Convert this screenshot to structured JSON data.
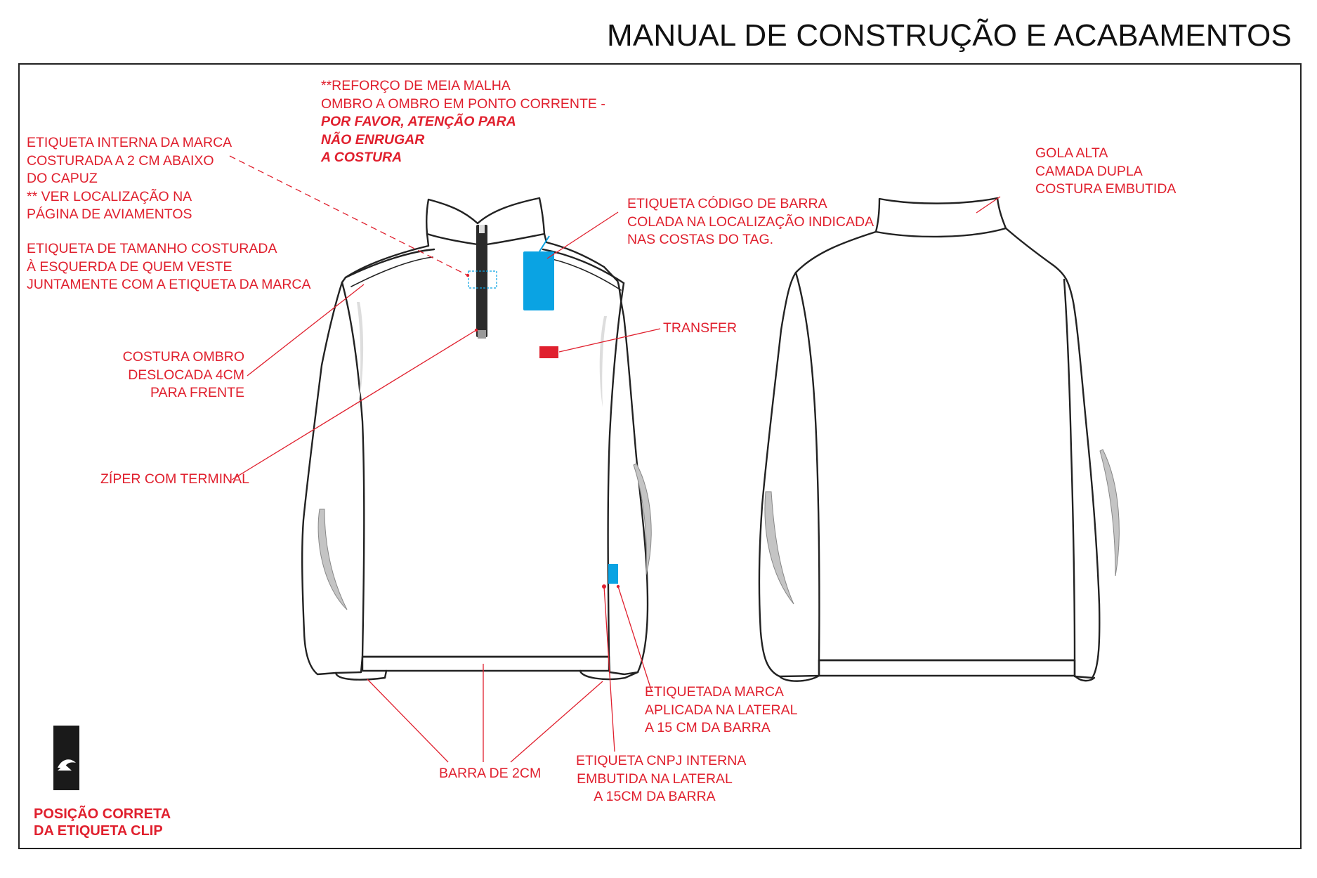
{
  "title": "MANUAL DE CONSTRUÇÃO E ACABAMENTOS",
  "colors": {
    "annotation": "#e0202e",
    "tag": "#0aa3e3",
    "transfer": "#e0202e",
    "outline": "#222222"
  },
  "annotations": {
    "reinforcement": {
      "lines": [
        "**REFORÇO DE MEIA MALHA",
        "OMBRO A OMBRO EM PONTO CORRENTE -"
      ],
      "emphasis": [
        "POR FAVOR, ATENÇÃO PARA",
        "NÃO ENRUGAR",
        "A COSTURA"
      ]
    },
    "brand_label": [
      "ETIQUETA INTERNA DA MARCA",
      "COSTURADA A 2 CM ABAIXO",
      "DO CAPUZ",
      "** VER LOCALIZAÇÃO NA",
      "PÁGINA DE AVIAMENTOS"
    ],
    "size_label": [
      "ETIQUETA DE TAMANHO COSTURADA",
      "À ESQUERDA DE QUEM VESTE",
      "JUNTAMENTE COM A ETIQUETA DA MARCA"
    ],
    "shoulder_seam": [
      "COSTURA OMBRO",
      "DESLOCADA 4CM",
      "PARA FRENTE"
    ],
    "zipper": "ZÍPER COM TERMINAL",
    "barcode": [
      "ETIQUETA CÓDIGO DE BARRA",
      "COLADA NA  LOCALIZAÇÃO INDICADA",
      "NAS COSTAS DO TAG."
    ],
    "transfer": "TRANSFER",
    "side_brand_label": [
      "ETIQUETADA MARCA",
      "APLICADA NA LATERAL",
      "A 15 CM DA BARRA"
    ],
    "cnpj_label": [
      "ETIQUETA CNPJ INTERNA",
      "EMBUTIDA NA LATERAL",
      "A 15CM DA BARRA"
    ],
    "hem": "BARRA DE 2CM",
    "collar": [
      "GOLA ALTA",
      "CAMADA DUPLA",
      "COSTURA EMBUTIDA"
    ]
  },
  "clip_label": {
    "caption": [
      "POSIÇÃO CORRETA",
      "DA ETIQUETA CLIP"
    ],
    "logo_icon": "wave-mountain-logo-icon"
  }
}
